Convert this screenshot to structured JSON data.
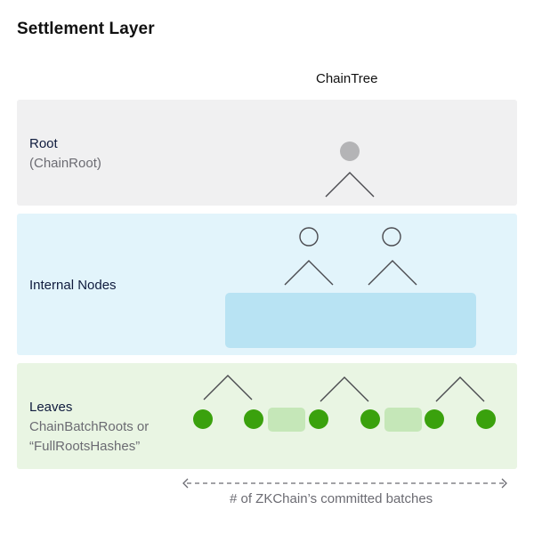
{
  "title": "Settlement Layer",
  "tree_label": "ChainTree",
  "layers": {
    "root": {
      "label": "Root",
      "sublabel": "(ChainRoot)"
    },
    "internal": {
      "label": "Internal Nodes"
    },
    "leaves": {
      "label": "Leaves",
      "sublabel_line1": "ChainBatchRoots or",
      "sublabel_line2": "“FullRootsHashes”"
    }
  },
  "axis_caption": "# of ZKChain’s committed batches",
  "colors": {
    "root_band": "#f0f0f1",
    "internal_band": "#e2f4fb",
    "leaves_band": "#e9f5e3",
    "root_node": "#b4b4b6",
    "internal_block": "#b8e3f3",
    "leaf_node": "#3aa10d",
    "leaf_placeholder": "#c5e7b8",
    "line": "#4a4a4f"
  }
}
